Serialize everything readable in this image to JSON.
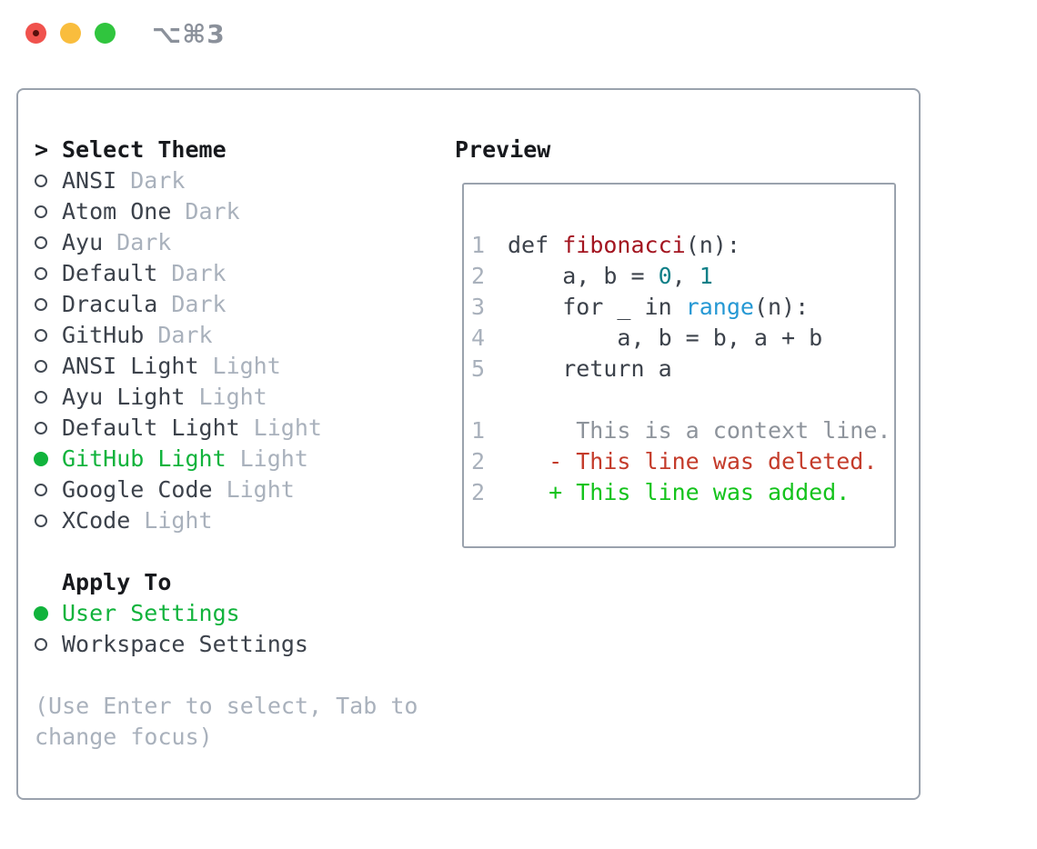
{
  "window": {
    "shortcut_label": "⌥⌘3",
    "traffic_lights": [
      "close",
      "minimize",
      "maximize"
    ]
  },
  "theme_picker": {
    "prompt_marker": ">",
    "title": "Select Theme",
    "items": [
      {
        "name": "ANSI",
        "tag": "Dark",
        "selected": false
      },
      {
        "name": "Atom One",
        "tag": "Dark",
        "selected": false
      },
      {
        "name": "Ayu",
        "tag": "Dark",
        "selected": false
      },
      {
        "name": "Default",
        "tag": "Dark",
        "selected": false
      },
      {
        "name": "Dracula",
        "tag": "Dark",
        "selected": false
      },
      {
        "name": "GitHub",
        "tag": "Dark",
        "selected": false
      },
      {
        "name": "ANSI Light",
        "tag": "Light",
        "selected": false
      },
      {
        "name": "Ayu Light",
        "tag": "Light",
        "selected": false
      },
      {
        "name": "Default Light",
        "tag": "Light",
        "selected": false
      },
      {
        "name": "GitHub Light",
        "tag": "Light",
        "selected": true
      },
      {
        "name": "Google Code",
        "tag": "Light",
        "selected": false
      },
      {
        "name": "XCode",
        "tag": "Light",
        "selected": false
      }
    ]
  },
  "apply_to": {
    "title": "Apply To",
    "options": [
      {
        "name": "User Settings",
        "selected": true
      },
      {
        "name": "Workspace Settings",
        "selected": false
      }
    ]
  },
  "help": {
    "lines": [
      "(Use Enter to select, Tab to",
      "change focus)"
    ]
  },
  "preview": {
    "title": "Preview",
    "code_lines": [
      {
        "number": "1",
        "tokens": [
          {
            "t": "def ",
            "c": "fg"
          },
          {
            "t": "fibonacci",
            "c": "func"
          },
          {
            "t": "(n):",
            "c": "fg"
          }
        ]
      },
      {
        "number": "2",
        "tokens": [
          {
            "t": "    a, b = ",
            "c": "fg"
          },
          {
            "t": "0",
            "c": "num"
          },
          {
            "t": ", ",
            "c": "fg"
          },
          {
            "t": "1",
            "c": "num"
          }
        ]
      },
      {
        "number": "3",
        "tokens": [
          {
            "t": "    for _ in ",
            "c": "fg"
          },
          {
            "t": "range",
            "c": "builtin"
          },
          {
            "t": "(n):",
            "c": "fg"
          }
        ]
      },
      {
        "number": "4",
        "tokens": [
          {
            "t": "        a, b = b, a + b",
            "c": "fg"
          }
        ]
      },
      {
        "number": "5",
        "tokens": [
          {
            "t": "    return a",
            "c": "fg"
          }
        ]
      }
    ],
    "diff_lines": [
      {
        "number": "1",
        "tokens": [
          {
            "t": "     This is a context line.",
            "c": "context"
          }
        ]
      },
      {
        "number": "2",
        "tokens": [
          {
            "t": "   - This line was deleted.",
            "c": "deleted"
          }
        ]
      },
      {
        "number": "2",
        "tokens": [
          {
            "t": "   + This line was added.",
            "c": "added"
          }
        ]
      }
    ]
  },
  "colors": {
    "selection_green": "#11b33c",
    "added_green": "#14c31c",
    "deleted_red": "#c43b2a",
    "function_red": "#a31520",
    "number_teal": "#0f7f87",
    "builtin_blue": "#2598d4",
    "text_dark": "#3c424b",
    "text_black": "#17191d",
    "muted_gray": "#a9b1bc",
    "context_gray": "#8d939b",
    "border_gray": "#9aa2ad",
    "traffic_red": "#f0524d",
    "traffic_red_dot": "#58100d",
    "traffic_yellow": "#f9bd3d",
    "traffic_green": "#30c53e",
    "window_bg": "#ffffff"
  }
}
